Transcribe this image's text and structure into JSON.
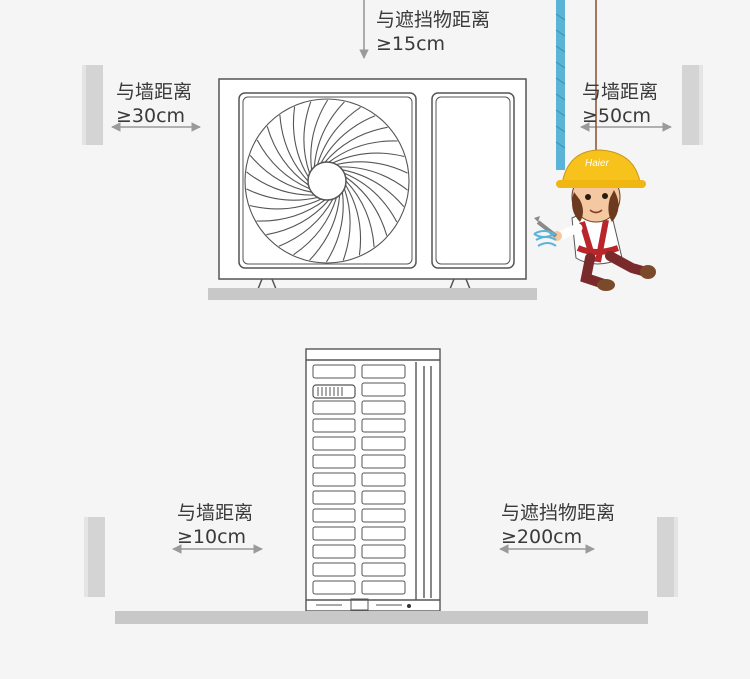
{
  "top_clearance": {
    "title": "与遮挡物距离",
    "value": "≥15cm"
  },
  "left_clearance": {
    "title": "与墙距离",
    "value": "≥30cm"
  },
  "right_clearance": {
    "title": "与墙距离",
    "value": "≥50cm"
  },
  "bottom_left_clearance": {
    "title": "与墙距离",
    "value": "≥10cm"
  },
  "bottom_right_clearance": {
    "title": "与遮挡物距离",
    "value": "≥200cm"
  },
  "helmet_brand": "Haier",
  "colors": {
    "background": "#f5f5f5",
    "wall": "#d4d4d4",
    "wall_edge": "#e2e2e2",
    "ground": "#c8c8c8",
    "outline": "#555555",
    "arrow": "#9a9a9a",
    "text": "#3a3a3a",
    "helmet": "#f6c21b",
    "rope": "#5ab4d8",
    "harness": "#b8262c"
  }
}
